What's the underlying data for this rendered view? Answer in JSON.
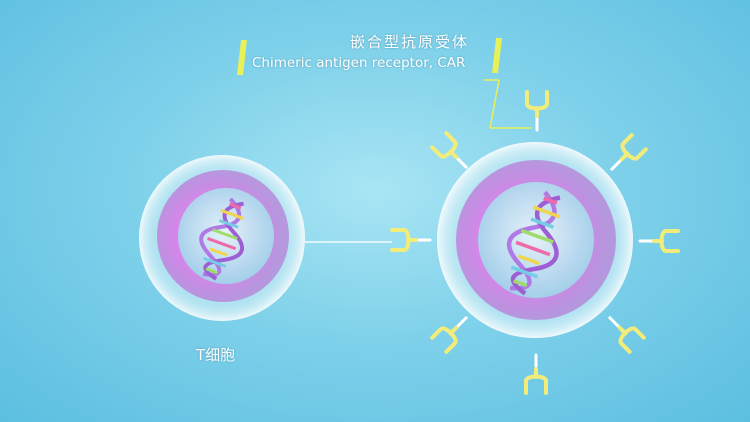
{
  "title_cn": "嵌合型抗原受体",
  "title_en": "Chimeric antigen receptor, CAR",
  "t_cell_label": "T细胞",
  "colors": {
    "background": "#7fd1ea",
    "membrane": "#dff6fb",
    "cytoplasm": "#d27fe0",
    "nucleus": "#bfe8f4",
    "receptor": "#f2ec7a",
    "accent_bar": "#e8f05a"
  },
  "icons": [
    "dna-helix-icon",
    "car-receptor-icon"
  ]
}
